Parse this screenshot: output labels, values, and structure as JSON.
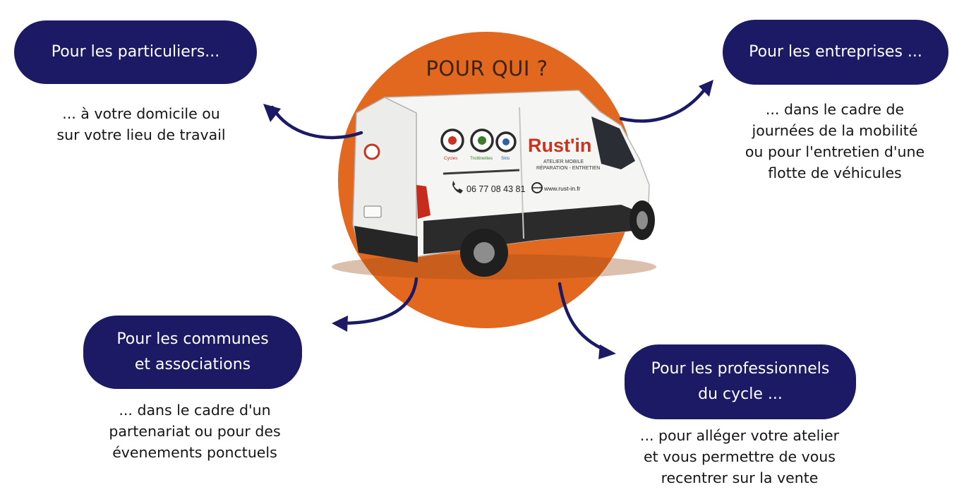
{
  "center": {
    "title": "POUR QUI ?"
  },
  "van": {
    "brand": "Rust'in",
    "brand_subtitle_1": "ATELIER MOBILE",
    "brand_subtitle_2": "RÉPARATION - ENTRETIEN",
    "services": [
      "Cycles",
      "Trottinettes",
      "Skis"
    ],
    "phone": "06 77 08 43 81",
    "website": "www.rust-in.fr"
  },
  "audiences": [
    {
      "title_lines": [
        "Pour les particuliers..."
      ],
      "desc_lines": [
        "...  à votre domicile ou",
        "sur votre lieu de travail"
      ]
    },
    {
      "title_lines": [
        "Pour les entreprises ..."
      ],
      "desc_lines": [
        "... dans le cadre de",
        "journées de la mobilité",
        "ou pour l'entretien d'une",
        "flotte de véhicules"
      ]
    },
    {
      "title_lines": [
        "Pour les communes",
        "et associations"
      ],
      "desc_lines": [
        "... dans le cadre d'un",
        "partenariat ou pour des",
        "évenements ponctuels"
      ]
    },
    {
      "title_lines": [
        "Pour les professionnels",
        "du cycle ..."
      ],
      "desc_lines": [
        "... pour alléger votre atelier",
        "et vous permettre de vous",
        "recentrer sur la vente"
      ]
    }
  ],
  "colors": {
    "circle": "#e2681f",
    "pill": "#1c1a64",
    "arrow": "#1c1a64",
    "title_text": "#3a2411",
    "brand_red": "#c8341f"
  }
}
